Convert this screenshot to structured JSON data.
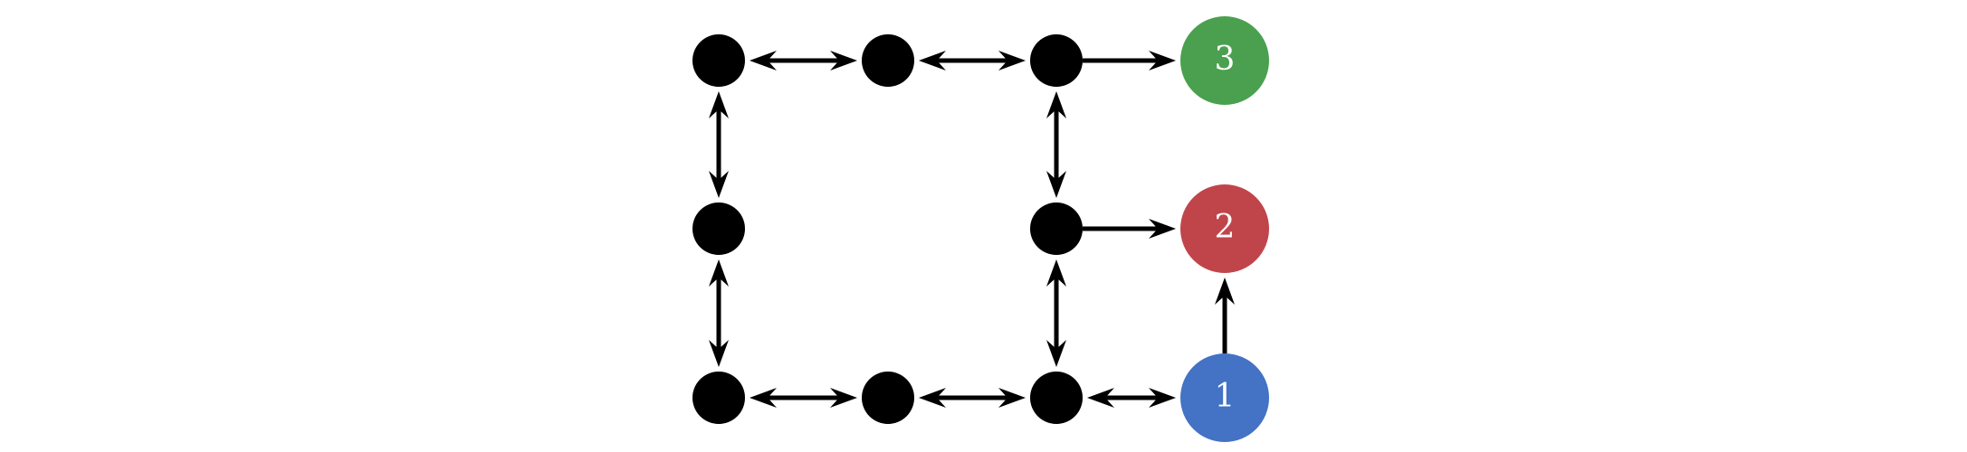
{
  "colors": {
    "node_default": "#000000",
    "edge": "#000000",
    "node_1": "#4472c4",
    "node_2": "#c0454a",
    "node_3": "#4aa04e",
    "label_text": "#ffffff"
  },
  "nodes": [
    {
      "id": "a",
      "label": "",
      "color": "#000000"
    },
    {
      "id": "b",
      "label": "",
      "color": "#000000"
    },
    {
      "id": "c",
      "label": "",
      "color": "#000000"
    },
    {
      "id": "g3",
      "label": "3",
      "color": "#4aa04e"
    },
    {
      "id": "d",
      "label": "",
      "color": "#000000"
    },
    {
      "id": "e",
      "label": "",
      "color": "#000000"
    },
    {
      "id": "r2",
      "label": "2",
      "color": "#c0454a"
    },
    {
      "id": "f",
      "label": "",
      "color": "#000000"
    },
    {
      "id": "g",
      "label": "",
      "color": "#000000"
    },
    {
      "id": "h",
      "label": "",
      "color": "#000000"
    },
    {
      "id": "b1",
      "label": "1",
      "color": "#4472c4"
    }
  ],
  "edges": [
    {
      "from": "a",
      "to": "b",
      "bidirectional": true
    },
    {
      "from": "b",
      "to": "c",
      "bidirectional": true
    },
    {
      "from": "c",
      "to": "g3",
      "bidirectional": false
    },
    {
      "from": "a",
      "to": "d",
      "bidirectional": true
    },
    {
      "from": "c",
      "to": "e",
      "bidirectional": true
    },
    {
      "from": "e",
      "to": "r2",
      "bidirectional": false
    },
    {
      "from": "d",
      "to": "f",
      "bidirectional": true
    },
    {
      "from": "e",
      "to": "h",
      "bidirectional": true
    },
    {
      "from": "b1",
      "to": "r2",
      "bidirectional": false
    },
    {
      "from": "f",
      "to": "g",
      "bidirectional": true
    },
    {
      "from": "g",
      "to": "h",
      "bidirectional": true
    },
    {
      "from": "h",
      "to": "b1",
      "bidirectional": true
    }
  ]
}
